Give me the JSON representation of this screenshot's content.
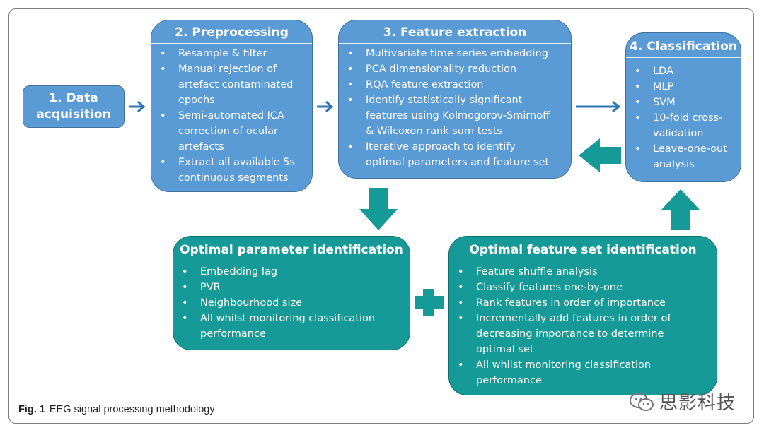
{
  "boxes": {
    "acquisition": {
      "title": "1. Data\nacquisition"
    },
    "preprocessing": {
      "title": "2. Preprocessing",
      "items": [
        "Resample & filter",
        "Manual rejection of\nartefact contaminated\nepochs",
        "Semi-automated ICA\ncorrection of ocular\nartefacts",
        "Extract all available 5s\ncontinuous segments"
      ]
    },
    "feature_extraction": {
      "title": "3. Feature extraction",
      "items": [
        "Multivariate time series embedding",
        "PCA dimensionality reduction",
        "RQA feature extraction",
        "Identify statistically significant\nfeatures using Kolmogorov-Smirnoff\n& Wilcoxon rank sum tests",
        "Iterative approach to identify\noptimal parameters and feature set"
      ]
    },
    "classification": {
      "title": "4. Classification",
      "items": [
        "LDA",
        "MLP",
        "SVM",
        "10-fold cross-\nvalidation",
        "Leave-one-out\nanalysis"
      ]
    },
    "optimal_parameter": {
      "title": "Optimal parameter identification",
      "items": [
        "Embedding lag",
        "PVR",
        "Neighbourhood size",
        "All whilst monitoring classification\nperformance"
      ]
    },
    "optimal_feature_set": {
      "title": "Optimal feature set identification",
      "items": [
        "Feature shuffle analysis",
        "Classify features one-by-one",
        "Rank features in order of importance",
        "Incrementally add features in order of\ndecreasing importance to determine\noptimal set",
        "All whilst monitoring classification\nperformance"
      ]
    }
  },
  "caption": {
    "label": "Fig. 1",
    "text": "EEG signal processing methodology"
  },
  "watermark": {
    "text": "思影科技"
  },
  "colors": {
    "blue_box": "#5b9bd5",
    "teal_box": "#169a97",
    "blue_arrow": "#2e75b6",
    "teal_arrow": "#169a97"
  }
}
